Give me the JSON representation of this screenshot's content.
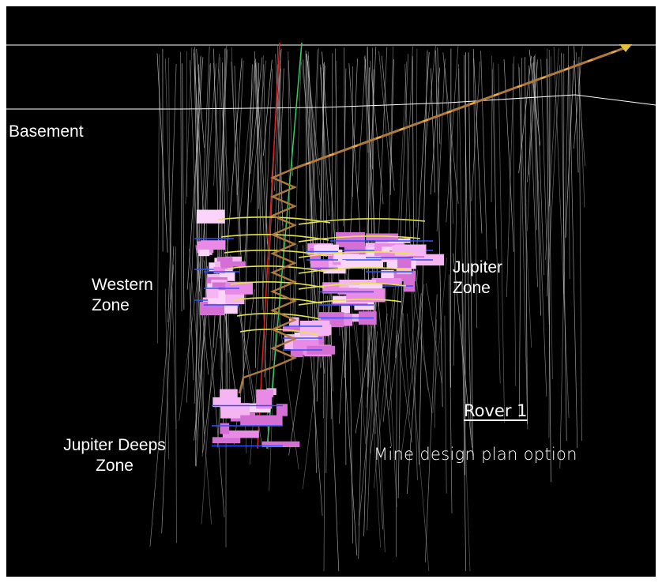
{
  "labels": {
    "basement": "Basement",
    "western_zone": [
      "Western",
      "Zone"
    ],
    "jupiter_zone": [
      "Jupiter",
      "Zone"
    ],
    "jupiter_deeps_zone": [
      "Jupiter Deeps",
      "Zone"
    ]
  },
  "legend": {
    "title": "Rover 1",
    "subtitle": "Mine design plan option"
  },
  "colors": {
    "background": "#000000",
    "text": "#ffffff",
    "surface_line": "#ffffff",
    "decline": "#b07a3a",
    "level_drive": "#e6e640",
    "stope": "#e88ae6",
    "drillhole": "#c8c8c8",
    "shaft_red": "#e02020",
    "shaft_green": "#30d060",
    "level_marker": "#3050ff"
  }
}
